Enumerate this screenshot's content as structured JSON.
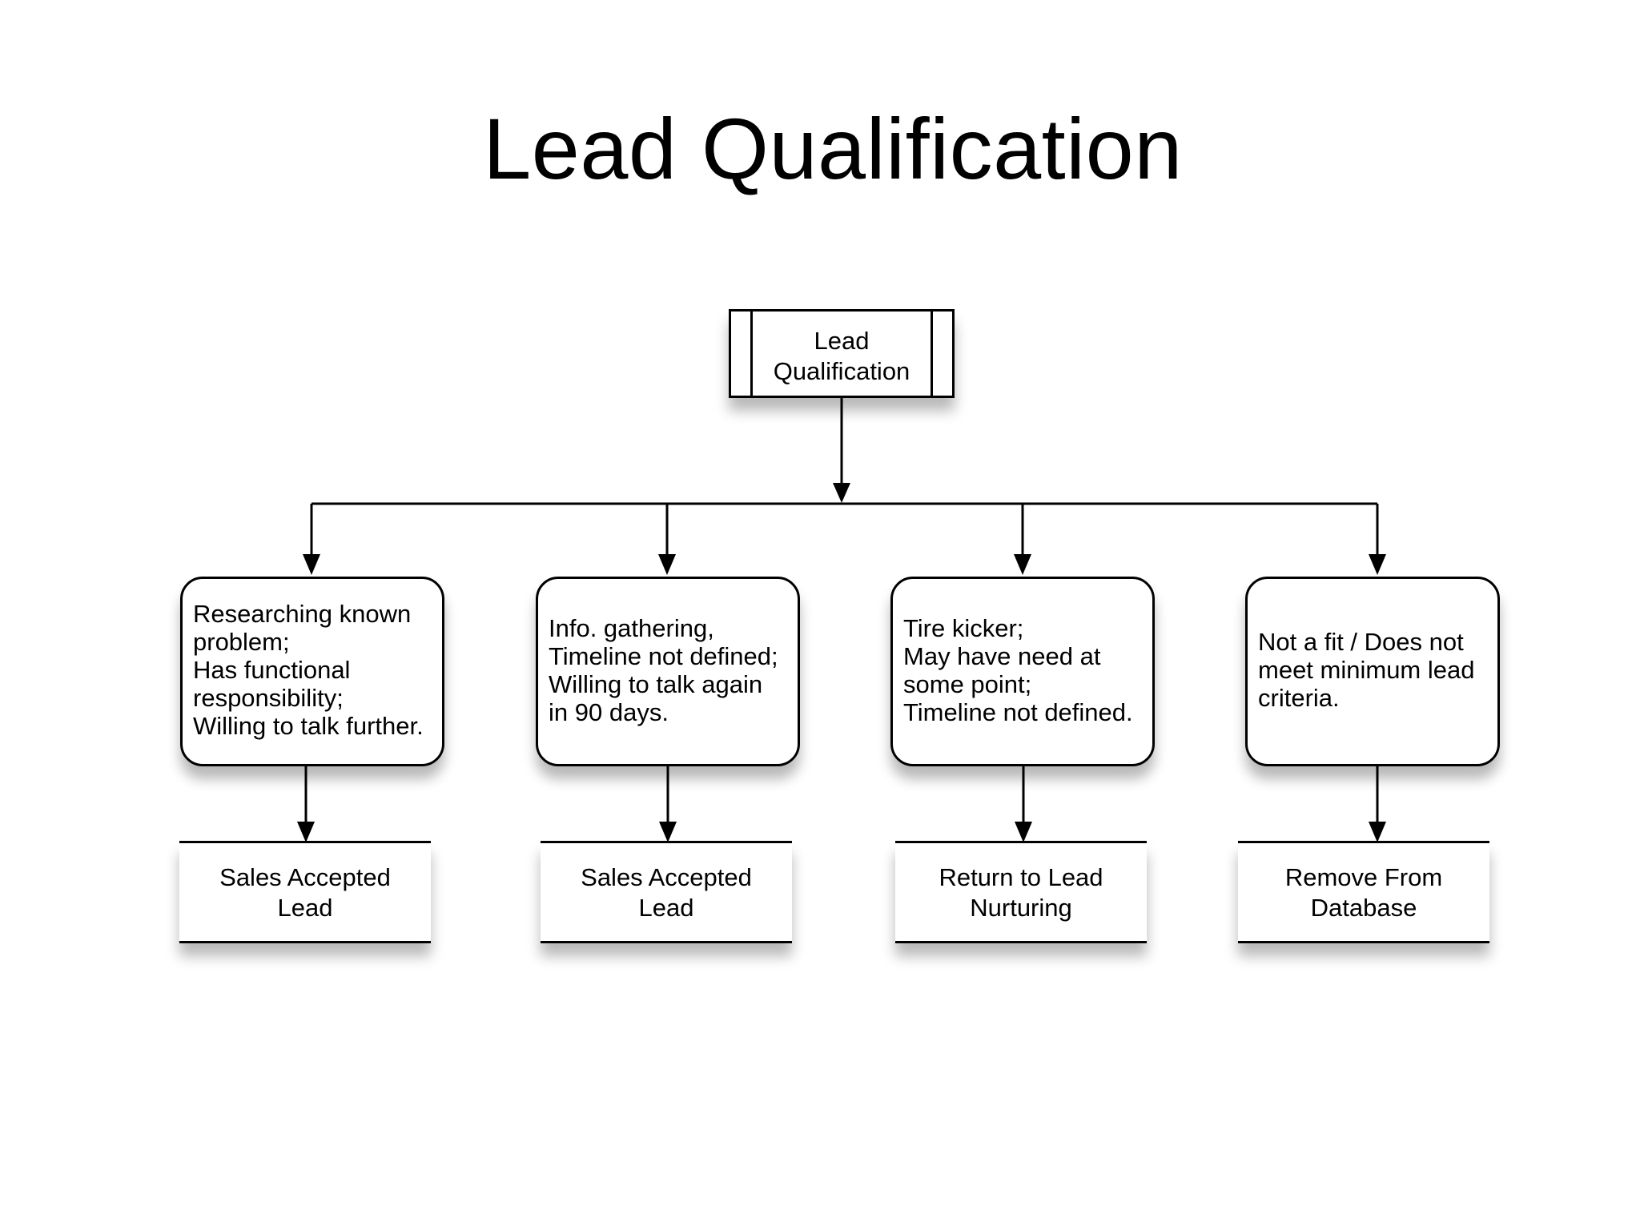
{
  "title": "Lead Qualification",
  "root": {
    "label_line1": "Lead",
    "label_line2": "Qualification"
  },
  "criteria": [
    {
      "text": "Researching known\nproblem;\nHas functional\nresponsibility;\nWilling to talk further."
    },
    {
      "text": "Info. gathering,\nTimeline not defined;\nWilling to talk again\nin 90 days."
    },
    {
      "text": "Tire kicker;\nMay have need at\nsome point;\nTimeline not defined."
    },
    {
      "text": "Not a fit / Does not\nmeet minimum lead\ncriteria."
    }
  ],
  "outcomes": [
    {
      "text": "Sales Accepted\nLead"
    },
    {
      "text": "Sales Accepted\nLead"
    },
    {
      "text": "Return to Lead\nNurturing"
    },
    {
      "text": "Remove From\nDatabase"
    }
  ],
  "colors": {
    "line": "#000000",
    "background": "#ffffff"
  }
}
